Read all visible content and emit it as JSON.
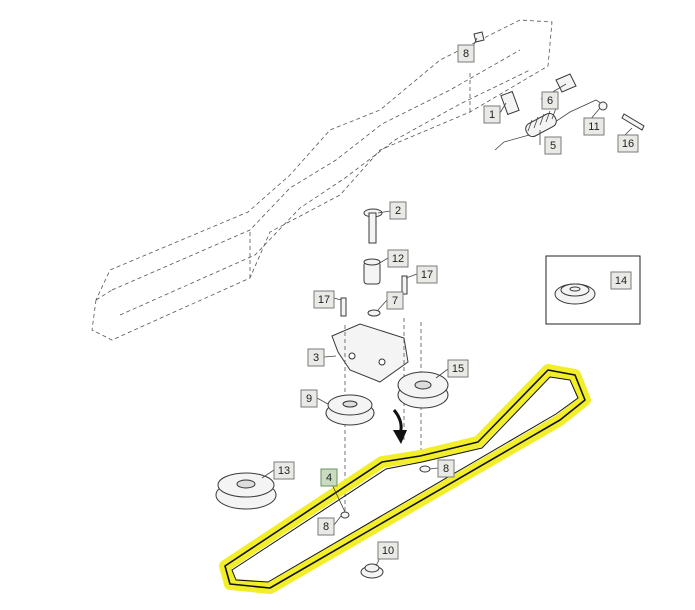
{
  "callouts": [
    {
      "id": "c8a",
      "label": "8"
    },
    {
      "id": "c6",
      "label": "6"
    },
    {
      "id": "c1",
      "label": "1"
    },
    {
      "id": "c11",
      "label": "11"
    },
    {
      "id": "c5",
      "label": "5"
    },
    {
      "id": "c16",
      "label": "16"
    },
    {
      "id": "c2",
      "label": "2"
    },
    {
      "id": "c12",
      "label": "12"
    },
    {
      "id": "c17a",
      "label": "17"
    },
    {
      "id": "c17b",
      "label": "17"
    },
    {
      "id": "c7",
      "label": "7"
    },
    {
      "id": "c14",
      "label": "14"
    },
    {
      "id": "c3",
      "label": "3"
    },
    {
      "id": "c15",
      "label": "15"
    },
    {
      "id": "c9",
      "label": "9"
    },
    {
      "id": "c8b",
      "label": "8"
    },
    {
      "id": "c13",
      "label": "13"
    },
    {
      "id": "c4",
      "label": "4"
    },
    {
      "id": "c8c",
      "label": "8"
    },
    {
      "id": "c10",
      "label": "10"
    }
  ],
  "colors": {
    "belt_highlight": "#f2ee2a",
    "callout_fill": "#e9e9e6",
    "active_callout_fill": "#c9dcc0"
  }
}
